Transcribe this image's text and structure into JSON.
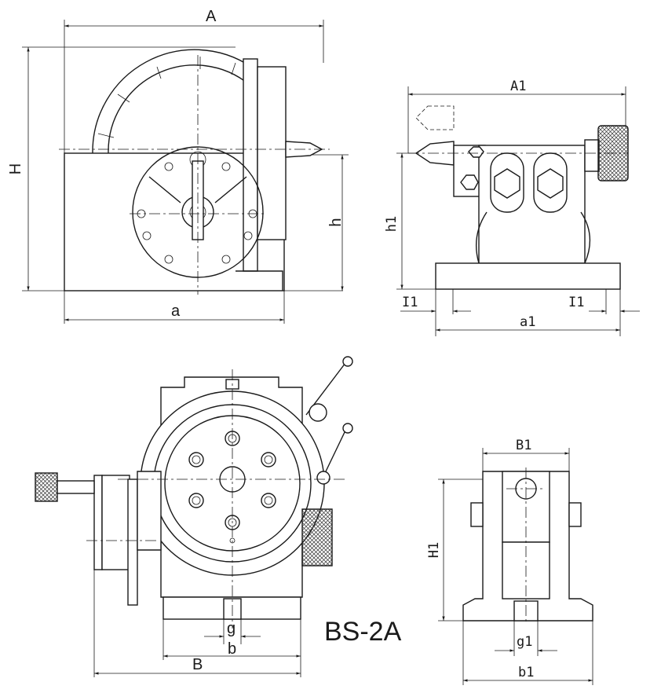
{
  "model": "BS-2A",
  "side_view": {
    "width_label": "A",
    "height_label": "H",
    "center_height_label": "h",
    "base_label": "a"
  },
  "tailstock_view": {
    "width_label": "A1",
    "height_label": "h1",
    "slot_left_label": "I1",
    "slot_right_label": "I1",
    "base_label": "a1"
  },
  "front_view": {
    "slot_label": "g",
    "slot_width_label": "b",
    "base_label": "B"
  },
  "tailstock_end_view": {
    "width_label": "B1",
    "height_label": "H1",
    "slot_label": "g1",
    "base_label": "b1"
  }
}
